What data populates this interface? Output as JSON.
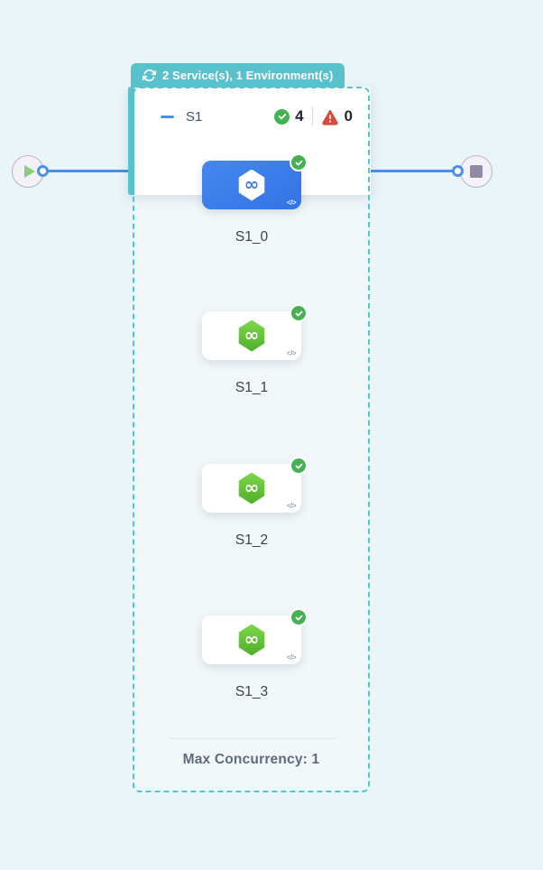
{
  "palette": {
    "canvas_bg": "#eaf5f8",
    "accent_teal": "#58c1cb",
    "dashed_border_teal": "#4cc8d4",
    "edge_blue": "#4a90e2",
    "selected_node_blue": "#3b7de9",
    "success_green": "#44b152",
    "error_red": "#d9493c",
    "service_hex_green": "#5fc236"
  },
  "env_badge": {
    "icon": "loop-icon",
    "label": "2 Service(s), 1 Environment(s)"
  },
  "stage": {
    "collapse_icon": "minus-icon",
    "name": "S1",
    "success_icon": "check-circle-icon",
    "success_count": "4",
    "error_icon": "warning-triangle-icon",
    "error_count": "0"
  },
  "flow": {
    "start_icon": "play-icon",
    "end_icon": "stop-icon"
  },
  "node_glyphs": {
    "infinity": "∞",
    "code": "</>"
  },
  "services": [
    {
      "label": "S1_0",
      "state": "selected",
      "status": "success"
    },
    {
      "label": "S1_1",
      "state": "default",
      "status": "success"
    },
    {
      "label": "S1_2",
      "state": "default",
      "status": "success"
    },
    {
      "label": "S1_3",
      "state": "default",
      "status": "success"
    }
  ],
  "footer": {
    "max_concurrency": "Max Concurrency: 1"
  }
}
